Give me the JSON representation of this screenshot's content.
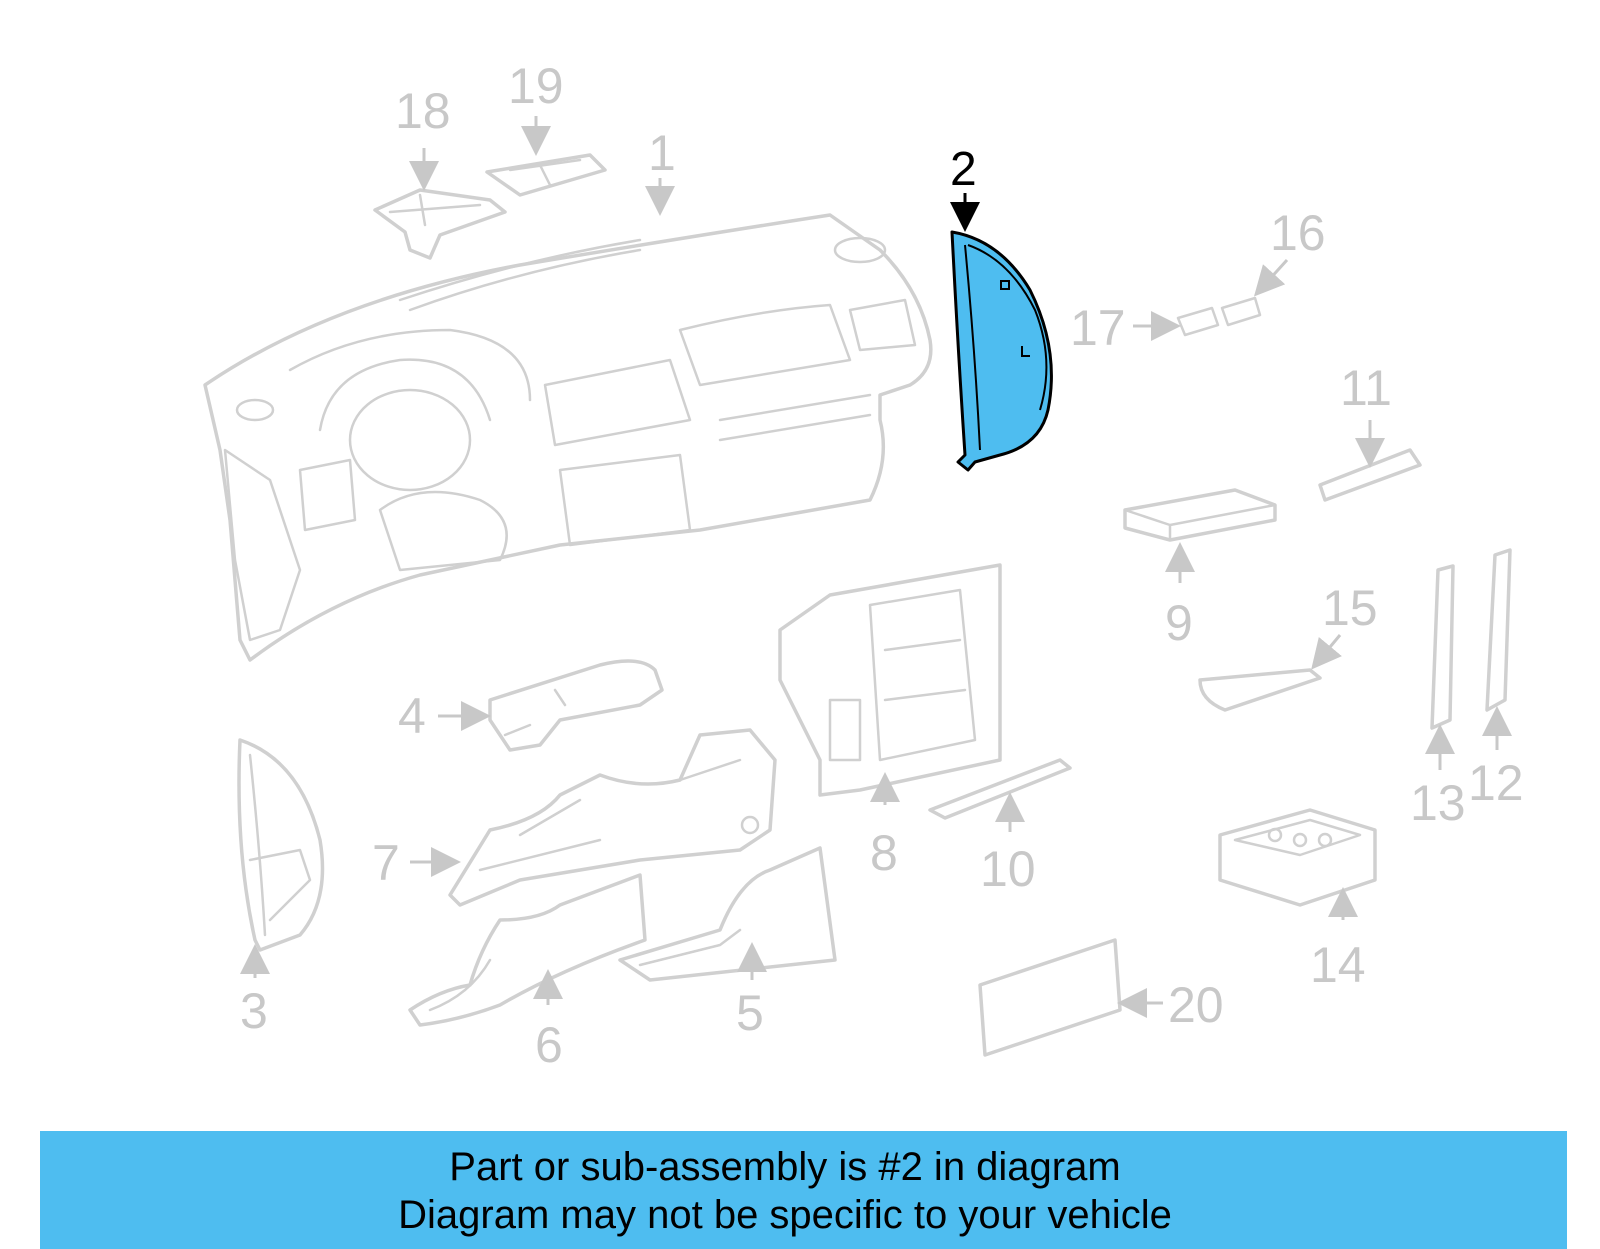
{
  "diagram": {
    "highlighted_part": "2",
    "colors": {
      "highlight_fill": "#4ebdf0",
      "ghost_stroke": "#d0d0d0",
      "banner_fill": "#4ebdf0"
    },
    "callouts": [
      "1",
      "2",
      "3",
      "4",
      "5",
      "6",
      "7",
      "8",
      "9",
      "10",
      "11",
      "12",
      "13",
      "14",
      "15",
      "16",
      "17",
      "18",
      "19",
      "20"
    ]
  },
  "banner": {
    "line1": "Part or sub-assembly is #2 in diagram",
    "line2": "Diagram may not be specific to your vehicle"
  }
}
